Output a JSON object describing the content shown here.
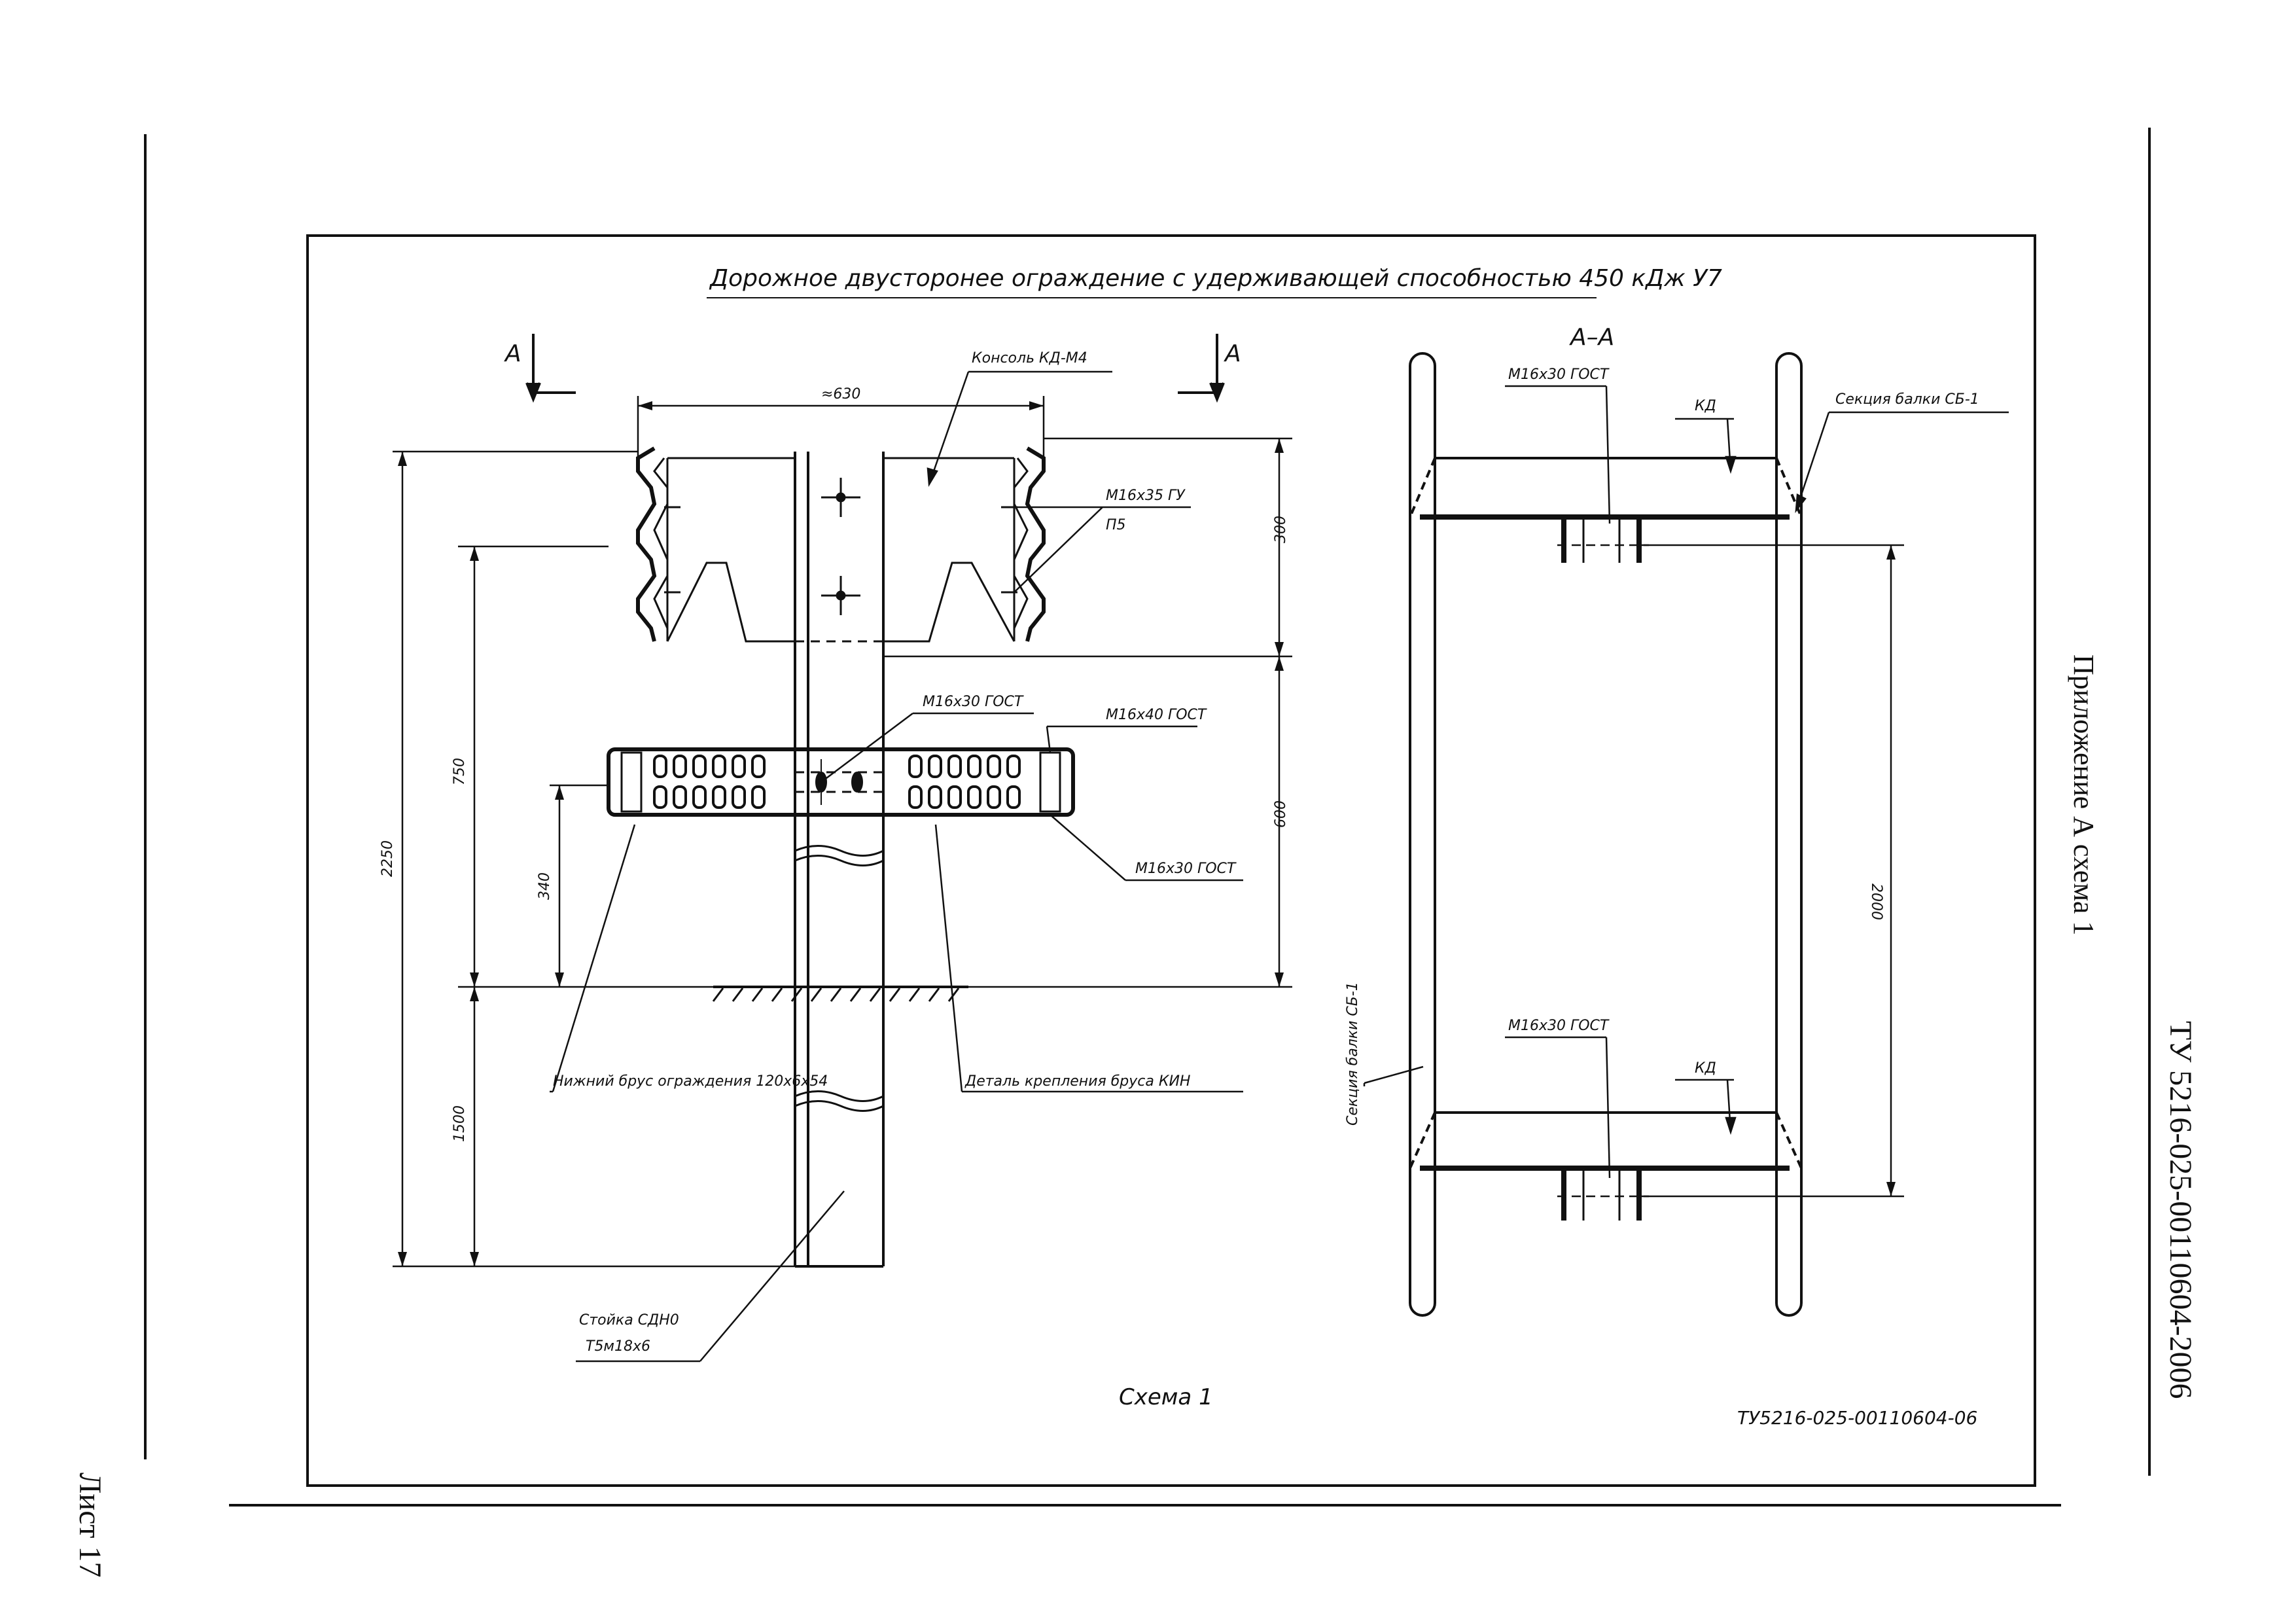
{
  "header_vertical": "ТУ 5216-025-00110604-2006",
  "appendix_vertical": "Приложение А схема 1",
  "sheet_vertical": "Лист 17",
  "title": "Дорожное двусторонее ограждение с удерживающей способностью 450 кДж У7",
  "section_mark": "А",
  "section_view_label": "А–А",
  "scheme_label": "Схема 1",
  "doc_code": "ТУ5216-025-00110604-06",
  "labels": {
    "console": "Консоль КД-М4",
    "bolt_m16x35": "М16х35 ГУ",
    "bolt_p5": "П5",
    "bolt_m16x30_top": "М16х30 ГОСТ",
    "bolt_m16x40": "М16х40 ГОСТ",
    "bolt_m16x30_right": "М16х30 ГОСТ",
    "beam_lower": "Нижний брус ограждения 120х6х54",
    "fastening_detail": "Деталь крепления бруса КИН",
    "post": "Стойка СДН0",
    "post_sub": "Т5м18х6",
    "aa_bolt_top": "М16х30 ГОСТ",
    "aa_bolt_bottom": "М16х30 ГОСТ",
    "aa_kd_top": "КД",
    "aa_kd_bottom": "КД",
    "aa_beam_right": "Секция балки СБ-1",
    "aa_beam_left": "Секция балки СБ-1"
  },
  "dimensions": {
    "width_top": "≈630",
    "h_300": "300",
    "h_600": "600",
    "h_750": "750",
    "h_340": "340",
    "h_2250": "2250",
    "h_1500": "1500",
    "aa_spacing": "2000"
  }
}
